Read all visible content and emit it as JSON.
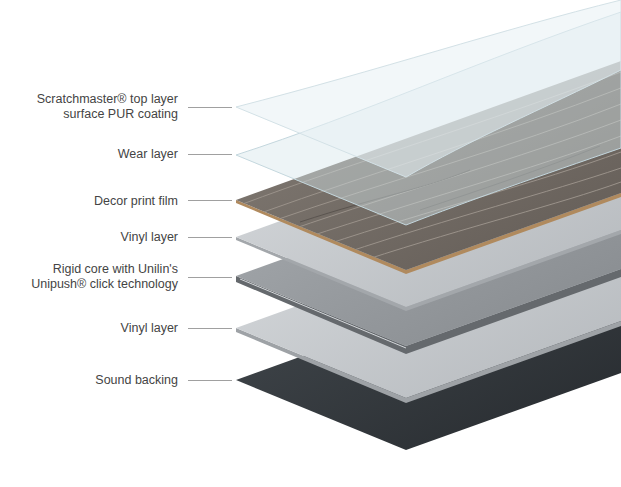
{
  "diagram": {
    "labels": [
      "Scratchmaster® top layer surface PUR coating",
      "Wear layer",
      "Decor print film",
      "Vinyl layer",
      "Rigid core with Unilin's Unipush® click technology",
      "Vinyl layer",
      "Sound backing"
    ]
  }
}
